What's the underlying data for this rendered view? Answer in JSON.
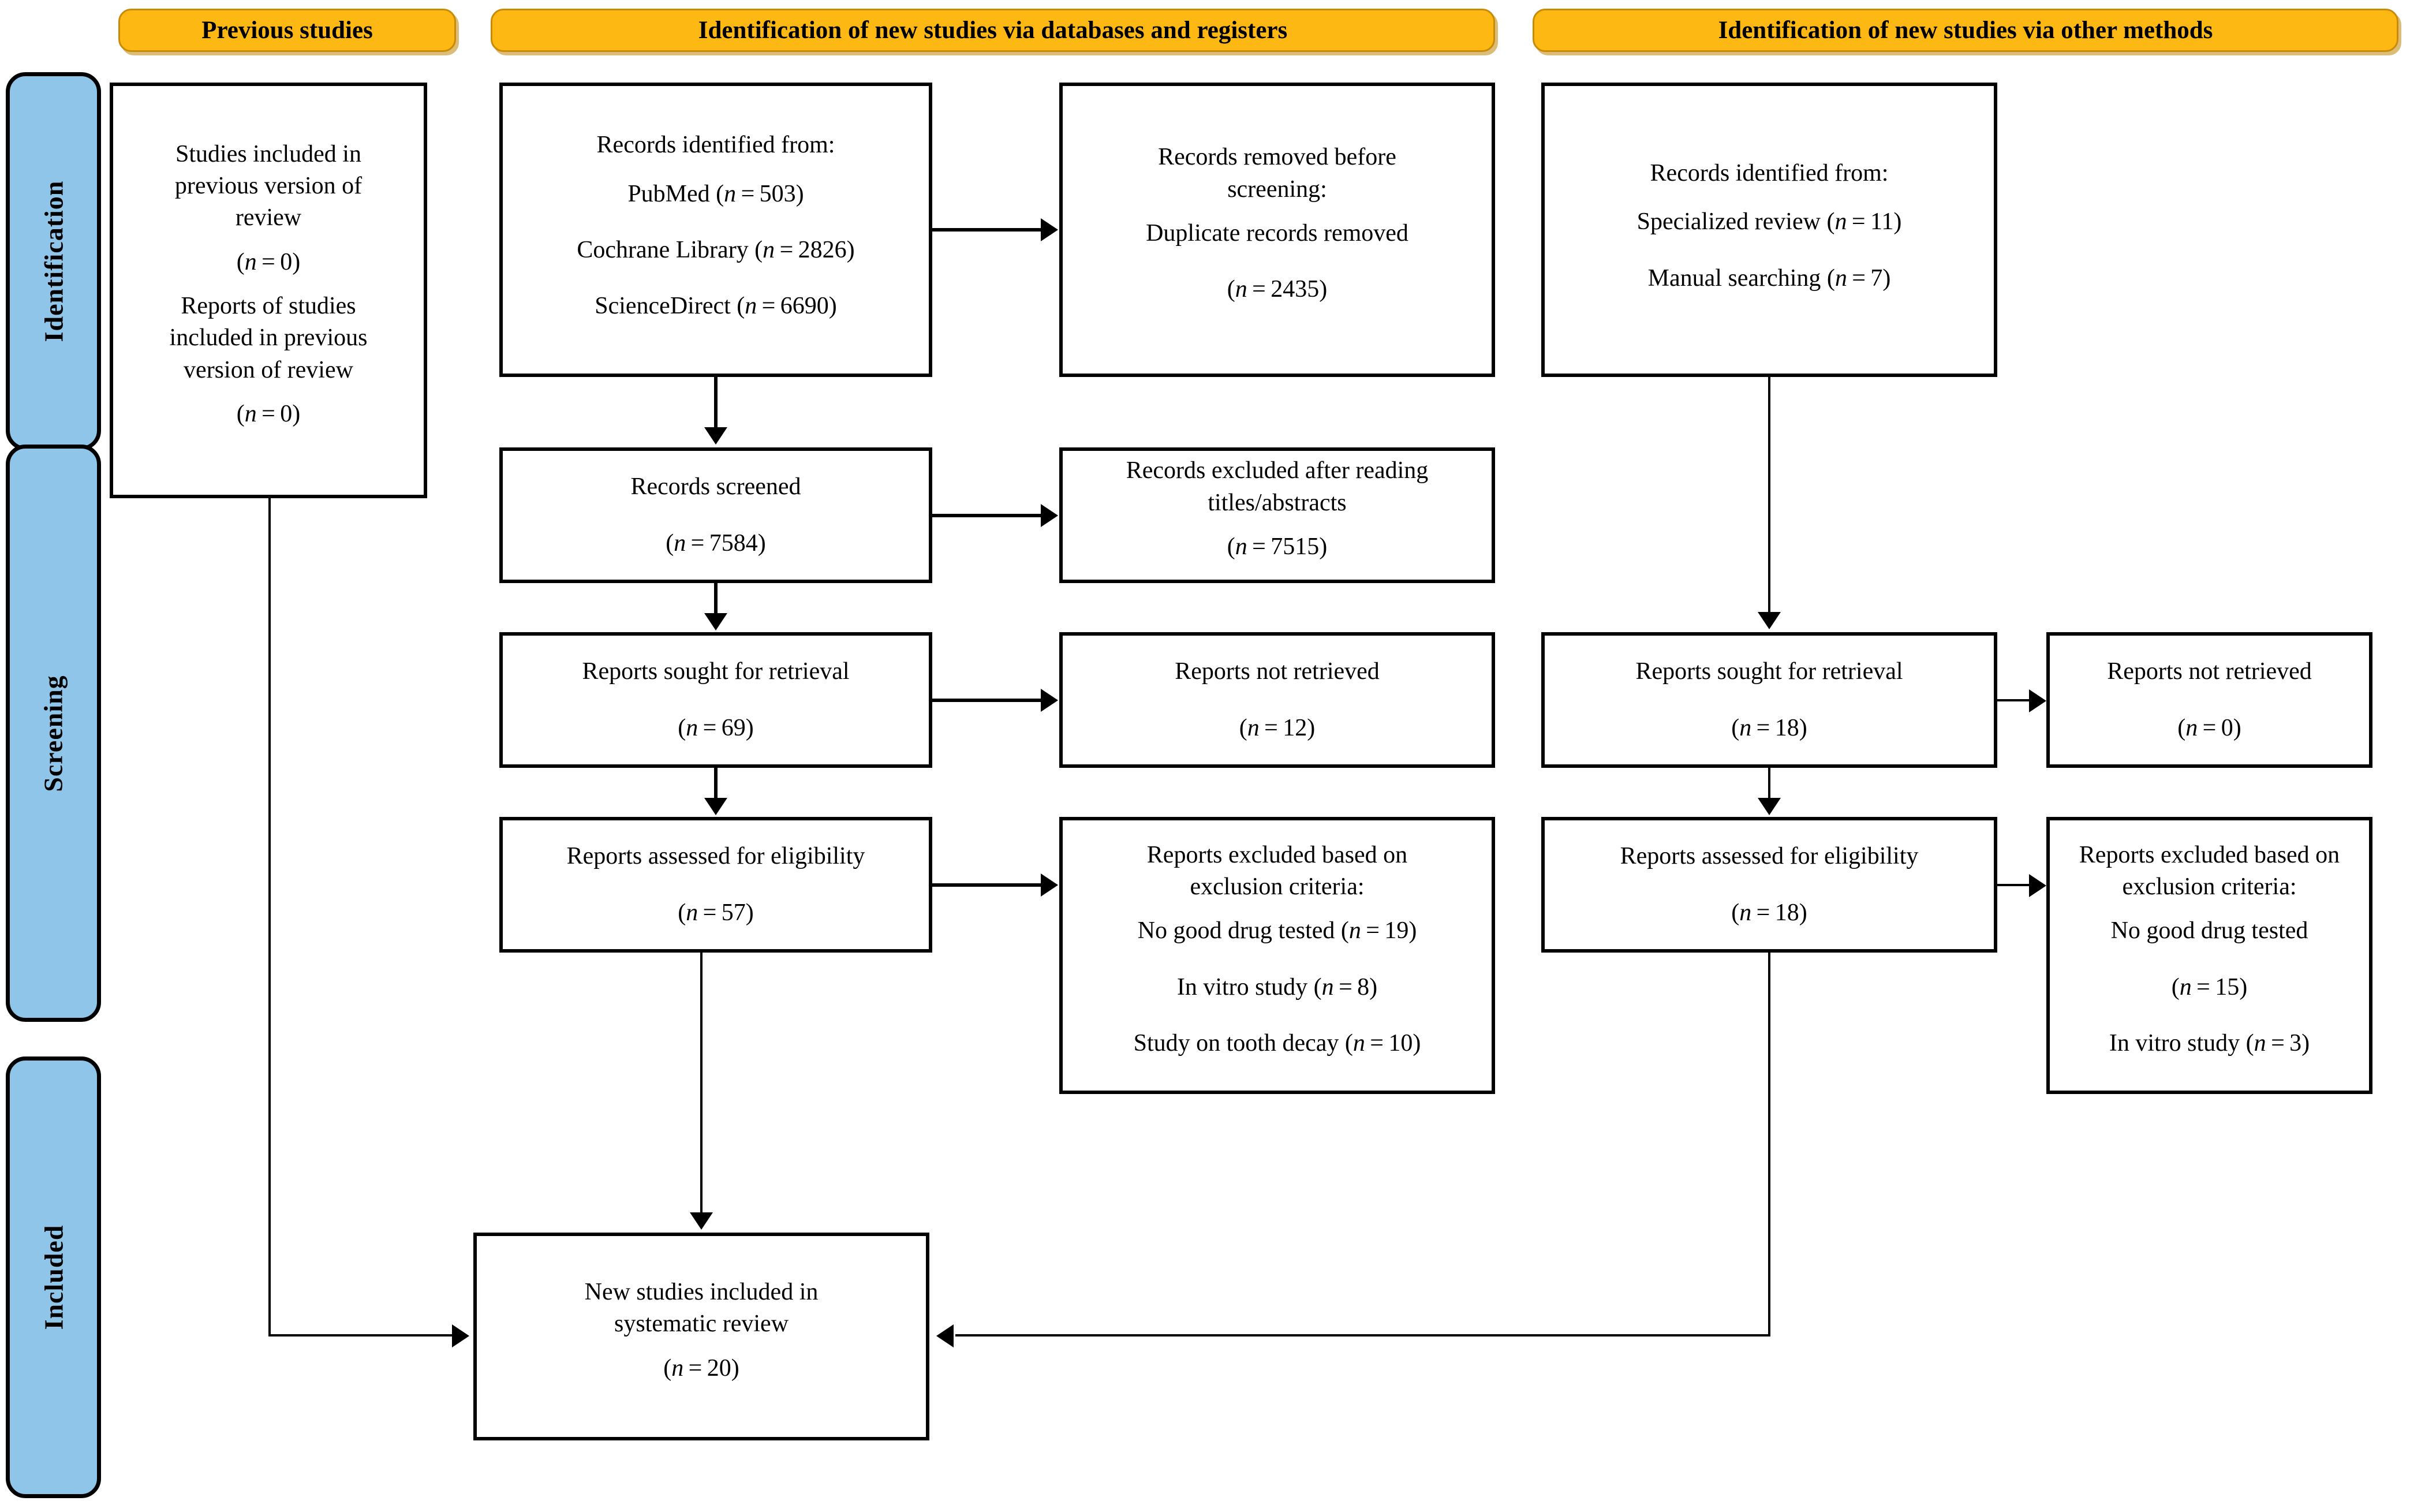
{
  "banners": {
    "previous": "Previous studies",
    "databases": "Identification of new studies via databases and registers",
    "other": "Identification of new studies via other methods"
  },
  "phases": {
    "identification": "Identification",
    "screening": "Screening",
    "included": "Included"
  },
  "previous_studies_box": {
    "line1": "Studies included in",
    "line2": "previous version of",
    "line3": "review",
    "count1": "(n = 0)",
    "line4": "Reports of studies",
    "line5": "included in previous",
    "line6": "version of review",
    "count2": "(n = 0)"
  },
  "databases_column": {
    "identified": {
      "title": "Records identified from:",
      "source1": "PubMed (n = 503)",
      "source2": "Cochrane Library (n = 2826)",
      "source3": "ScienceDirect (n = 6690)"
    },
    "removed": {
      "line1": "Records removed before",
      "line2": "screening:",
      "line3": "Duplicate records removed",
      "count": "(n = 2435)"
    },
    "screened": {
      "title": "Records screened",
      "count": "(n = 7584)"
    },
    "excluded_titles": {
      "line1": "Records excluded after reading",
      "line2": "titles/abstracts",
      "count": "(n = 7515)"
    },
    "sought": {
      "title": "Reports sought for retrieval",
      "count": "(n = 69)"
    },
    "not_retrieved": {
      "title": "Reports not retrieved",
      "count": "(n = 12)"
    },
    "assessed": {
      "title": "Reports assessed for eligibility",
      "count": "(n = 57)"
    },
    "excluded_criteria": {
      "line1": "Reports excluded based on",
      "line2": "exclusion criteria:",
      "reason1": "No good drug tested (n = 19)",
      "reason2": "In vitro study (n = 8)",
      "reason3": "Study on tooth decay (n = 10)"
    }
  },
  "other_methods_column": {
    "identified": {
      "title": "Records identified from:",
      "source1": "Specialized review (n = 11)",
      "source2": "Manual searching (n = 7)"
    },
    "sought": {
      "title": "Reports sought for retrieval",
      "count": "(n = 18)"
    },
    "not_retrieved": {
      "title": "Reports not retrieved",
      "count": "(n = 0)"
    },
    "assessed": {
      "title": "Reports assessed for eligibility",
      "count": "(n = 18)"
    },
    "excluded_criteria": {
      "line1": "Reports excluded based on",
      "line2": "exclusion criteria:",
      "reason1": "No good drug tested",
      "reason1_count": "(n = 15)",
      "reason2": "In vitro study (n = 3)"
    }
  },
  "included_box": {
    "line1": "New studies included in",
    "line2": "systematic review",
    "count": "(n = 20)"
  },
  "colors": {
    "banner_fill": "#fdb813",
    "banner_border": "#c98a08",
    "phase_fill": "#8ec5e8",
    "stroke": "#000000"
  }
}
